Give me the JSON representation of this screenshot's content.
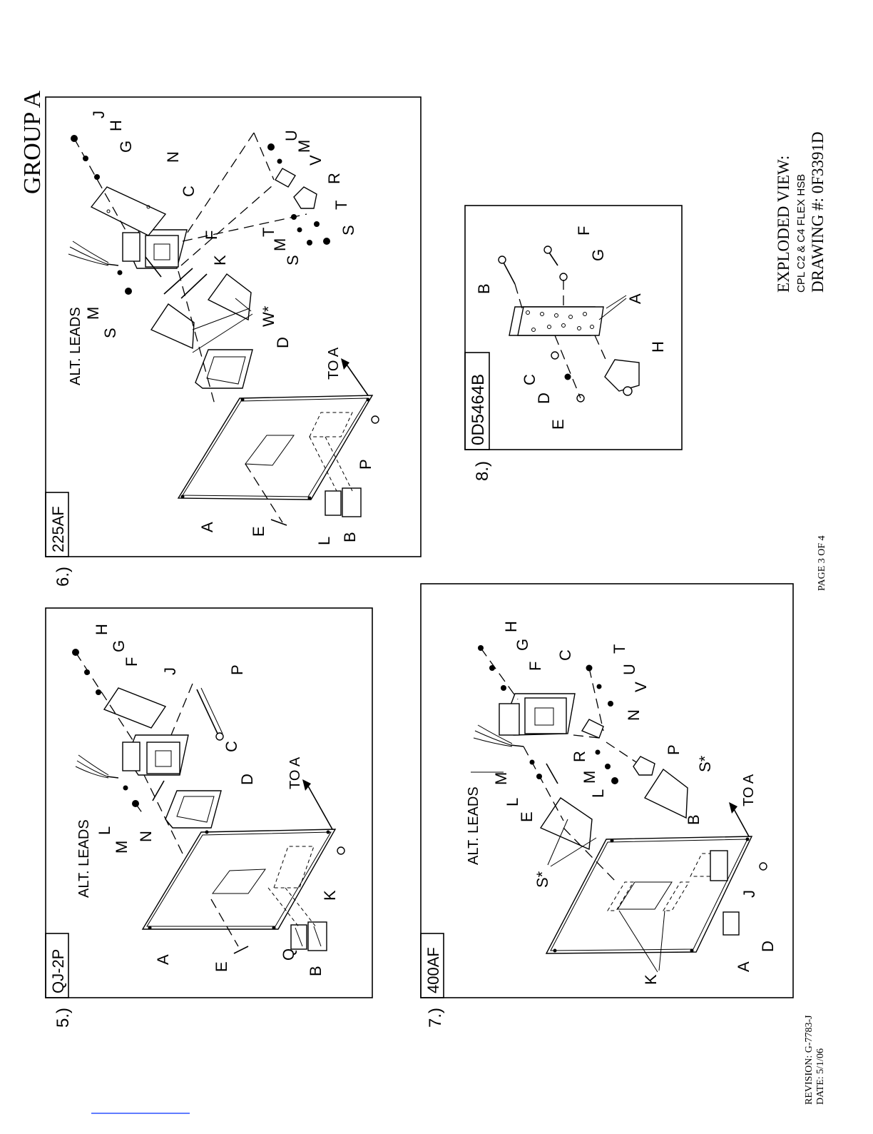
{
  "header": {
    "group": "GROUP A"
  },
  "title_block": {
    "line1": "EXPLODED VIEW:",
    "line2": "CPL C2 & C4 FLEX HSB",
    "line3": "DRAWING #: 0F3391D"
  },
  "footer": {
    "revision": "REVISION: G-7783-J",
    "date": "DATE: 5/1/06",
    "page": "PAGE 3 OF 4"
  },
  "views": [
    {
      "number": "5.)",
      "tag": "QJ-2P",
      "labels": [
        "A",
        "B",
        "C",
        "D",
        "E",
        "F",
        "G",
        "H",
        "J",
        "K",
        "L",
        "M",
        "N",
        "P",
        "Q"
      ],
      "alt_leads": "ALT. LEADS",
      "to_a": "TO A"
    },
    {
      "number": "6.)",
      "tag": "225AF",
      "labels": [
        "A",
        "B",
        "C",
        "D",
        "E",
        "F",
        "G",
        "H",
        "J",
        "K",
        "L",
        "M",
        "N",
        "P",
        "R",
        "S",
        "T",
        "U",
        "V",
        "W*",
        "M",
        "S",
        "T",
        "M",
        "S"
      ],
      "alt_leads": "ALT. LEADS",
      "to_a": "TO A"
    },
    {
      "number": "7.)",
      "tag": "400AF",
      "labels": [
        "A",
        "B",
        "C",
        "D",
        "E",
        "F",
        "G",
        "H",
        "J",
        "K",
        "L",
        "M",
        "N",
        "P",
        "R",
        "S*",
        "T",
        "U",
        "V",
        "S*",
        "M",
        "L"
      ],
      "alt_leads": "ALT. LEADS",
      "to_a": "TO A"
    },
    {
      "number": "8.)",
      "tag": "0D5464B",
      "labels": [
        "A",
        "B",
        "C",
        "D",
        "E",
        "F",
        "G",
        "H"
      ]
    }
  ]
}
